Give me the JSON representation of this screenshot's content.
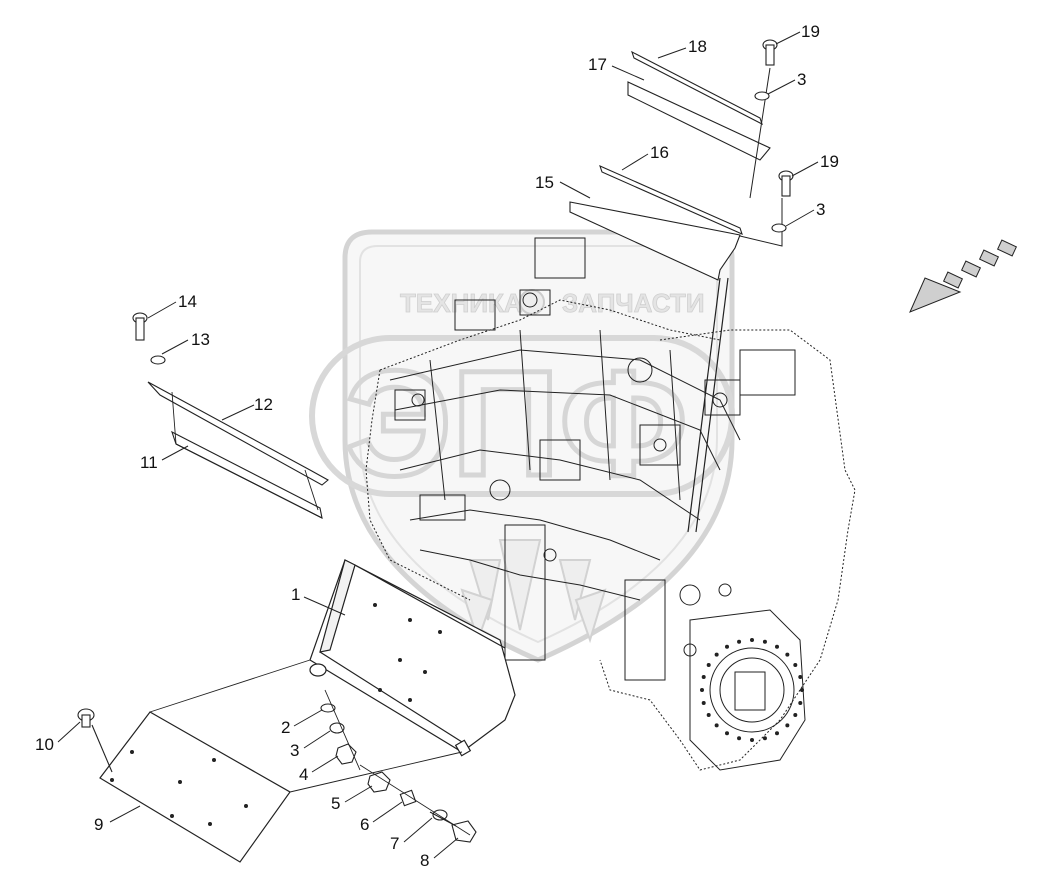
{
  "watermark": {
    "word_left": "ТЕХНИКА",
    "word_right": "ЗАПЧАСТИ",
    "logo": "ЭПФ"
  },
  "callouts": [
    {
      "id": "c1",
      "label": "1"
    },
    {
      "id": "c2",
      "label": "2"
    },
    {
      "id": "c3a",
      "label": "3"
    },
    {
      "id": "c3b",
      "label": "3"
    },
    {
      "id": "c3c",
      "label": "3"
    },
    {
      "id": "c4",
      "label": "4"
    },
    {
      "id": "c5",
      "label": "5"
    },
    {
      "id": "c6",
      "label": "6"
    },
    {
      "id": "c7",
      "label": "7"
    },
    {
      "id": "c8",
      "label": "8"
    },
    {
      "id": "c9",
      "label": "9"
    },
    {
      "id": "c10",
      "label": "10"
    },
    {
      "id": "c11",
      "label": "11"
    },
    {
      "id": "c12",
      "label": "12"
    },
    {
      "id": "c13",
      "label": "13"
    },
    {
      "id": "c14",
      "label": "14"
    },
    {
      "id": "c15",
      "label": "15"
    },
    {
      "id": "c16",
      "label": "16"
    },
    {
      "id": "c17",
      "label": "17"
    },
    {
      "id": "c18",
      "label": "18"
    },
    {
      "id": "c19a",
      "label": "19"
    },
    {
      "id": "c19b",
      "label": "19"
    }
  ],
  "icons": {
    "direction_arrow": "front-direction-arrow-icon"
  }
}
